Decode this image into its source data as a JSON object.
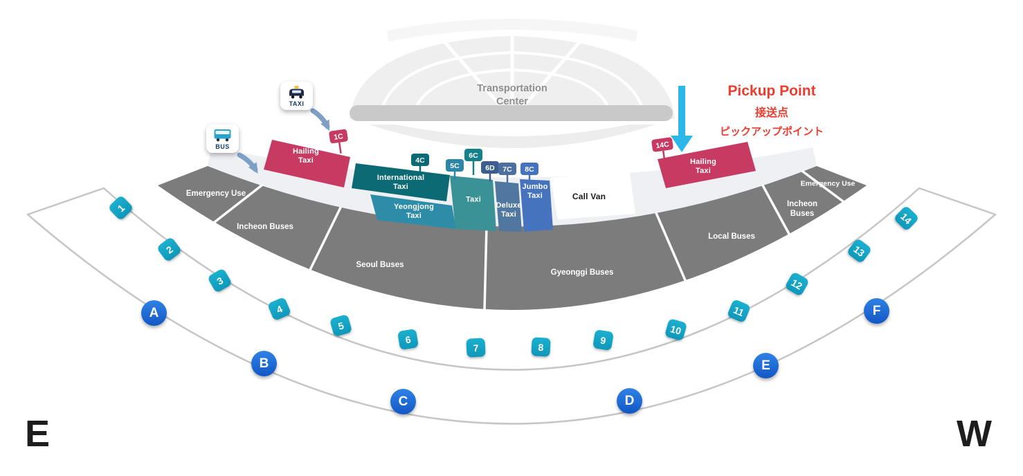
{
  "compass": {
    "east": "E",
    "west": "W"
  },
  "transportation_center": {
    "line1": "Transportation",
    "line2": "Center"
  },
  "pickup_point": {
    "title": "Pickup Point",
    "subtitle_zh": "接送点",
    "subtitle_ja": "ピックアップポイント"
  },
  "legend_icons": {
    "bus_label": "BUS",
    "taxi_label": "TAXI"
  },
  "taxi_zones": [
    {
      "id": "hailing-taxi-left",
      "label": "Hailing Taxi",
      "color": "#c73a62"
    },
    {
      "id": "international-taxi",
      "label": "International Taxi",
      "color": "#0b6a74"
    },
    {
      "id": "yeongjong-taxi",
      "label": "Yeongjong Taxi",
      "color": "#2d8ca8"
    },
    {
      "id": "taxi",
      "label": "Taxi",
      "color": "#3a9196"
    },
    {
      "id": "deluxe-taxi",
      "label": "Deluxe Taxi",
      "color": "#50779f"
    },
    {
      "id": "jumbo-taxi",
      "label": "Jumbo Taxi",
      "color": "#4673bd"
    },
    {
      "id": "call-van",
      "label": "Call Van",
      "color": "#ffffff"
    },
    {
      "id": "hailing-taxi-right",
      "label": "Hailing Taxi",
      "color": "#c73a62"
    }
  ],
  "bus_zones": [
    {
      "id": "emergency-use-left",
      "label": "Emergency Use"
    },
    {
      "id": "incheon-buses-left",
      "label": "Incheon Buses"
    },
    {
      "id": "seoul-buses",
      "label": "Seoul Buses"
    },
    {
      "id": "gyeonggi-buses",
      "label": "Gyeonggi Buses"
    },
    {
      "id": "local-buses",
      "label": "Local Buses"
    },
    {
      "id": "incheon-buses-right",
      "label": "Incheon Buses"
    },
    {
      "id": "emergency-use-right",
      "label": "Emergency Use"
    }
  ],
  "signposts": [
    {
      "label": "1C",
      "color": "#c73a62"
    },
    {
      "label": "4C",
      "color": "#0b6a74"
    },
    {
      "label": "5C",
      "color": "#2d86a8"
    },
    {
      "label": "6C",
      "color": "#15808a"
    },
    {
      "label": "6D",
      "color": "#3b5e8e"
    },
    {
      "label": "7C",
      "color": "#4d6fa0"
    },
    {
      "label": "8C",
      "color": "#4673bd"
    },
    {
      "label": "14C",
      "color": "#c73a62"
    }
  ],
  "platform_numbers": [
    "1",
    "2",
    "3",
    "4",
    "5",
    "6",
    "7",
    "8",
    "9",
    "10",
    "11",
    "12",
    "13",
    "14"
  ],
  "door_letters": [
    "A",
    "B",
    "C",
    "D",
    "E",
    "F"
  ],
  "colors": {
    "bus_band": "#7c7c7c",
    "platform_chip": "#14a3c4",
    "door_chip": "#1d6fd2",
    "pickup_text": "#ee3c2e",
    "pickup_arrow": "#2bb7ea",
    "hailing_taxi": "#c73a62",
    "outer_band_stroke": "#c6c6c6"
  }
}
